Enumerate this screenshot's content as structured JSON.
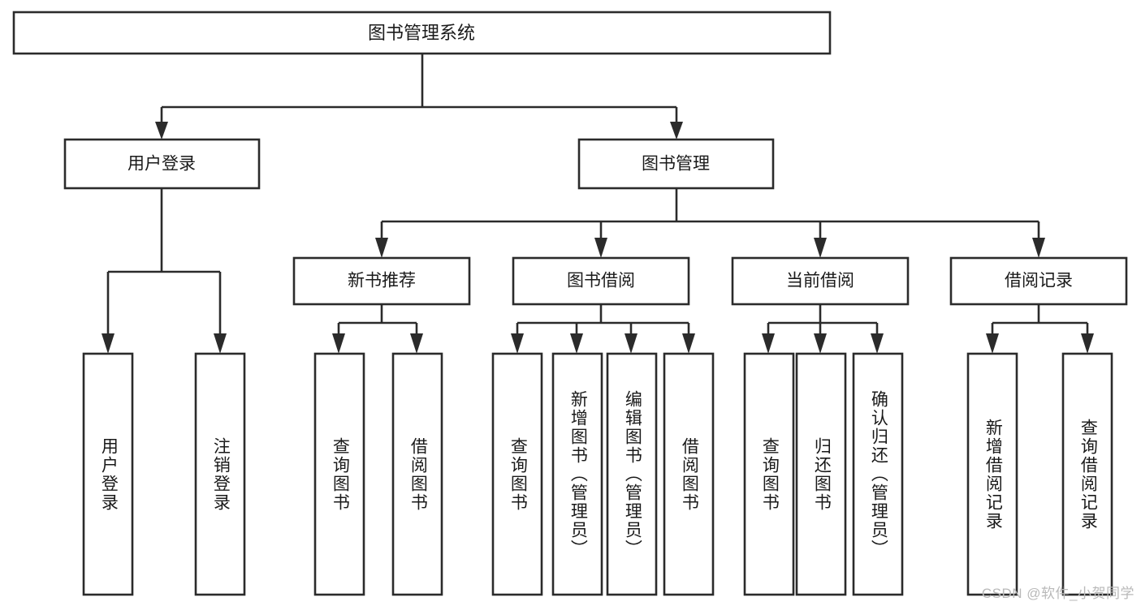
{
  "diagram": {
    "title": "图书管理系统",
    "type": "tree",
    "watermark": "CSDN @软件_小贺同学",
    "colors": {
      "stroke": "#2b2b2b",
      "fill": "#ffffff",
      "text": "#1a1a1a",
      "watermark": "#b9b9b9",
      "background": "#ffffff"
    },
    "root": {
      "label": "图书管理系统"
    },
    "level2": [
      {
        "label": "用户登录"
      },
      {
        "label": "图书管理"
      }
    ],
    "level3": [
      {
        "label": "新书推荐"
      },
      {
        "label": "图书借阅"
      },
      {
        "label": "当前借阅"
      },
      {
        "label": "借阅记录"
      }
    ],
    "leaves": {
      "user_login": [
        {
          "label": "用户登录"
        },
        {
          "label": "注销登录"
        }
      ],
      "new_book": [
        {
          "label": "查询图书"
        },
        {
          "label": "借阅图书"
        }
      ],
      "book_borrow": [
        {
          "label": "查询图书"
        },
        {
          "label": "新增图书（管理员）"
        },
        {
          "label": "编辑图书（管理员）"
        },
        {
          "label": "借阅图书"
        }
      ],
      "current_borrow": [
        {
          "label": "查询图书"
        },
        {
          "label": "归还图书"
        },
        {
          "label": "确认归还（管理员）"
        }
      ],
      "borrow_record": [
        {
          "label": "新增借阅记录"
        },
        {
          "label": "查询借阅记录"
        }
      ]
    }
  }
}
